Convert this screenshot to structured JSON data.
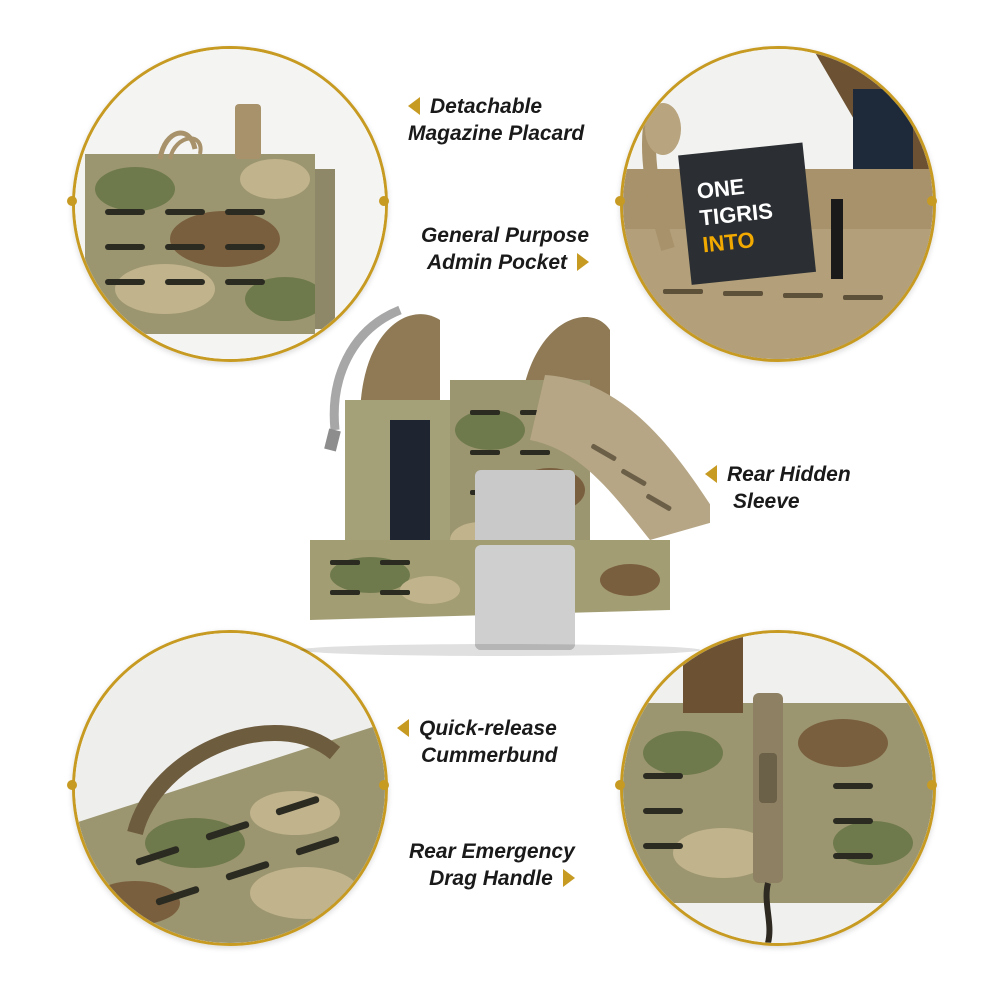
{
  "callouts": {
    "magazine_placard": {
      "line1": "Detachable",
      "line2": "Magazine Placard"
    },
    "admin_pocket": {
      "line1": "General Purpose",
      "line2": "Admin Pocket"
    },
    "hidden_sleeve": {
      "line1": "Rear Hidden",
      "line2": "Sleeve"
    },
    "cummerbund": {
      "line1": "Quick-release",
      "line2": "Cummerbund"
    },
    "drag_handle": {
      "line1": "Rear Emergency",
      "line2": "Drag Handle"
    }
  },
  "notebook_cover": {
    "line1": "ONE",
    "line2": "TIGRIS",
    "line3": "INTO"
  },
  "colors": {
    "accent_gold": "#c79a22",
    "camo_tan": "#b9ab86",
    "camo_green": "#6f7a4c",
    "camo_brown": "#7a5f3e",
    "coyote": "#a8926b"
  }
}
